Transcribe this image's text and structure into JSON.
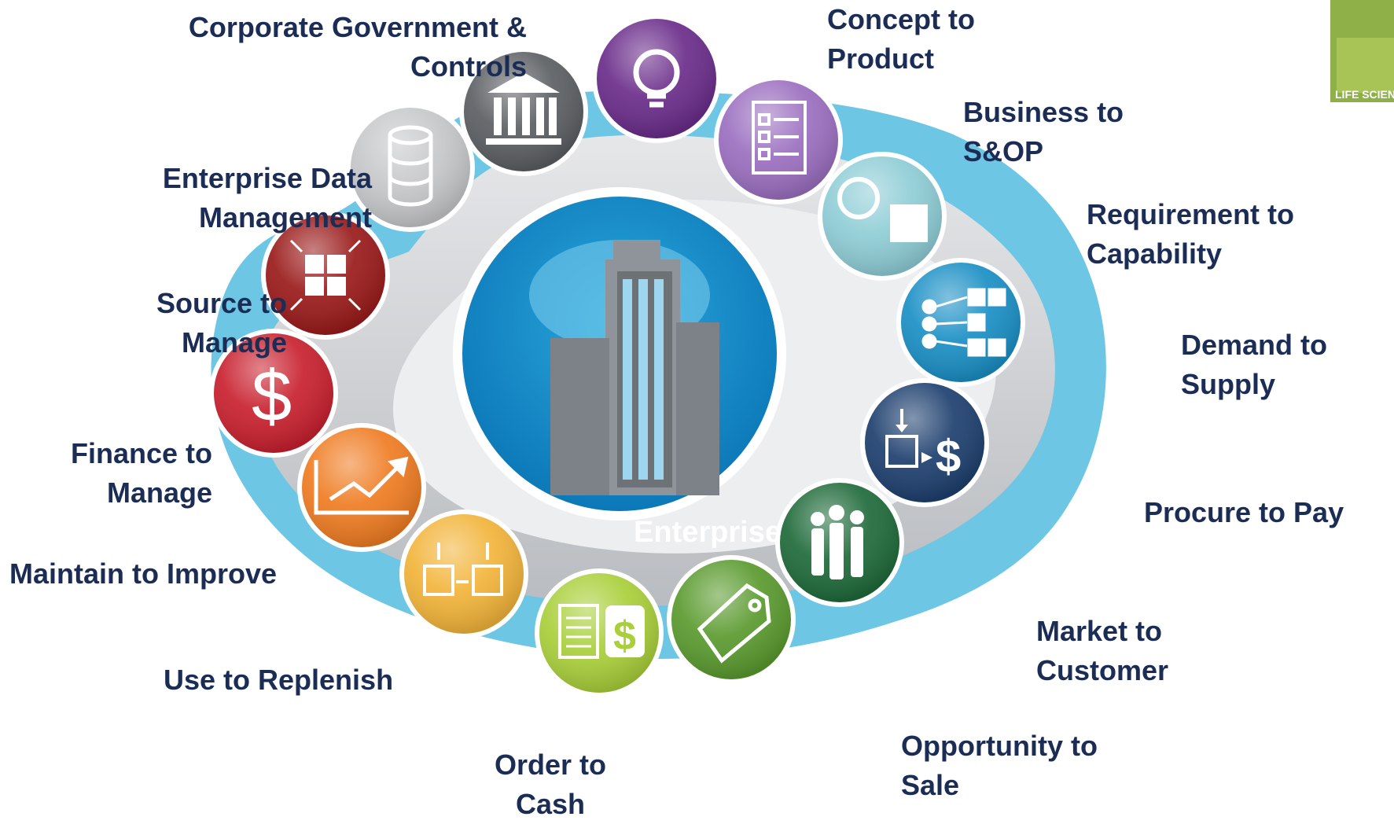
{
  "center": {
    "label": "Enterprise"
  },
  "badge": {
    "text": "LIFE SCIEN PAT"
  },
  "processes": [
    {
      "id": "corporate-government",
      "line1": "Corporate Government  &",
      "line2": "Controls",
      "color": "#5b5e62",
      "icon": "building-columns-icon"
    },
    {
      "id": "concept-to-product",
      "line1": "Concept to",
      "line2": "Product",
      "color": "#6a2c8a",
      "icon": "lightbulb-icon"
    },
    {
      "id": "business-to-sop",
      "line1": "Business to",
      "line2": "S&OP",
      "color": "#9b6fc0",
      "icon": "checklist-icon"
    },
    {
      "id": "requirement-to-capability",
      "line1": "Requirement to",
      "line2": "Capability",
      "color": "#8fcdd6",
      "icon": "circle-square-icon"
    },
    {
      "id": "demand-to-supply",
      "line1": "Demand to",
      "line2": "Supply",
      "color": "#1a8fc5",
      "icon": "hierarchy-icon"
    },
    {
      "id": "procure-to-pay",
      "line1": "Procure to Pay",
      "line2": "",
      "color": "#1d3f6e",
      "icon": "box-to-dollar-icon"
    },
    {
      "id": "market-to-customer",
      "line1": "Market to",
      "line2": "Customer",
      "color": "#1f6a3a",
      "icon": "people-icon"
    },
    {
      "id": "opportunity-to-sale",
      "line1": "Opportunity to",
      "line2": "Sale",
      "color": "#5a9a2e",
      "icon": "price-tag-icon"
    },
    {
      "id": "order-to-cash",
      "line1": "Order to",
      "line2": "Cash",
      "color": "#a9cf3a",
      "icon": "invoice-dollar-icon"
    },
    {
      "id": "use-to-replenish",
      "line1": "Use to Replenish",
      "line2": "",
      "color": "#f2b43a",
      "icon": "boxes-icon"
    },
    {
      "id": "maintain-to-improve",
      "line1": "Maintain to Improve",
      "line2": "",
      "color": "#ef7c22",
      "icon": "trend-chart-icon"
    },
    {
      "id": "finance-to-manage",
      "line1": "Finance to",
      "line2": "Manage",
      "color": "#c8202e",
      "icon": "dollar-sign-icon"
    },
    {
      "id": "source-to-manage",
      "line1": "Source to",
      "line2": "Manage",
      "color": "#9a1a1a",
      "icon": "expand-grid-icon"
    },
    {
      "id": "enterprise-data-management",
      "line1": "Enterprise Data",
      "line2": "Management",
      "color": "#c5c7c9",
      "icon": "database-icon"
    }
  ]
}
